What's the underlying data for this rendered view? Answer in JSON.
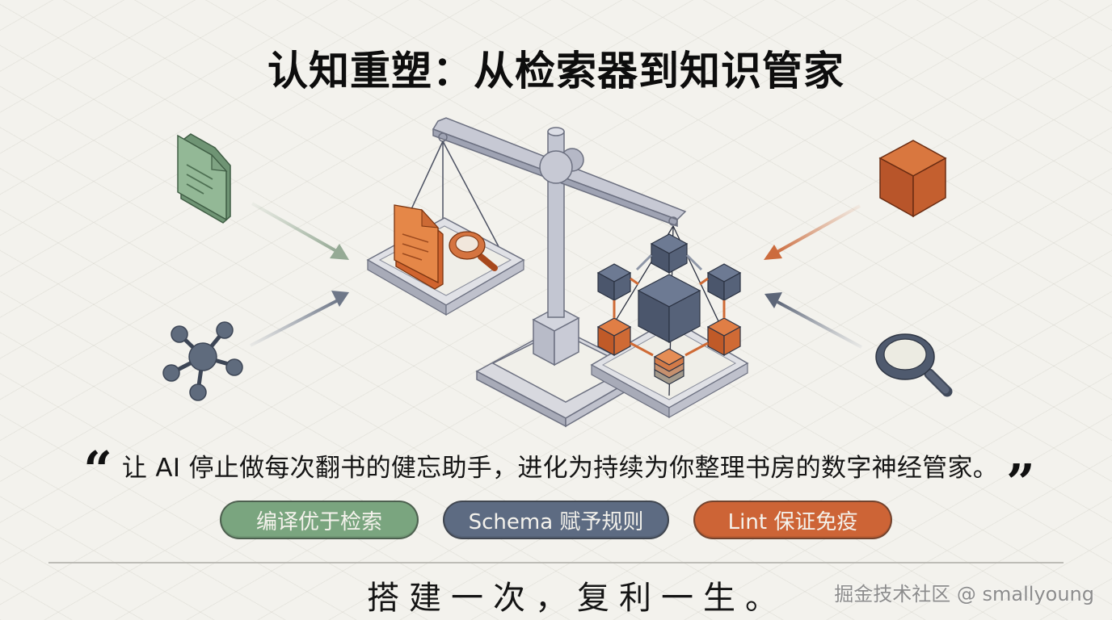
{
  "title": "认知重塑：从检索器到知识管家",
  "illustration": {
    "left_icons": [
      {
        "name": "document-icon",
        "color": "#8fb592"
      },
      {
        "name": "network-graph-icon",
        "color": "#5f6b7d"
      }
    ],
    "right_icons": [
      {
        "name": "cube-icon",
        "color": "#c8602f"
      },
      {
        "name": "magnifier-icon",
        "color": "#4f5a6e"
      }
    ],
    "scale": {
      "left_pan": [
        "document",
        "magnifier"
      ],
      "right_pan": [
        "knowledge-cube-network"
      ]
    },
    "colors": {
      "green": "#8fb592",
      "slate": "#56627a",
      "orange": "#cf6a37",
      "metal": "#b5b8c6"
    }
  },
  "quote": {
    "open_mark": "“",
    "text": "让 AI 停止做每次翻书的健忘助手，进化为持续为你整理书房的数字神经管家。",
    "close_mark": "”"
  },
  "pills": [
    {
      "label": "编译优于检索",
      "color": "#7aa57f"
    },
    {
      "label": "Schema 赋予规则",
      "color": "#5d6b82"
    },
    {
      "label": "Lint 保证免疫",
      "color": "#cd6436"
    }
  ],
  "slogan": "搭建一次，复利一生。",
  "watermark": "掘金技术社区 @ smallyoung"
}
